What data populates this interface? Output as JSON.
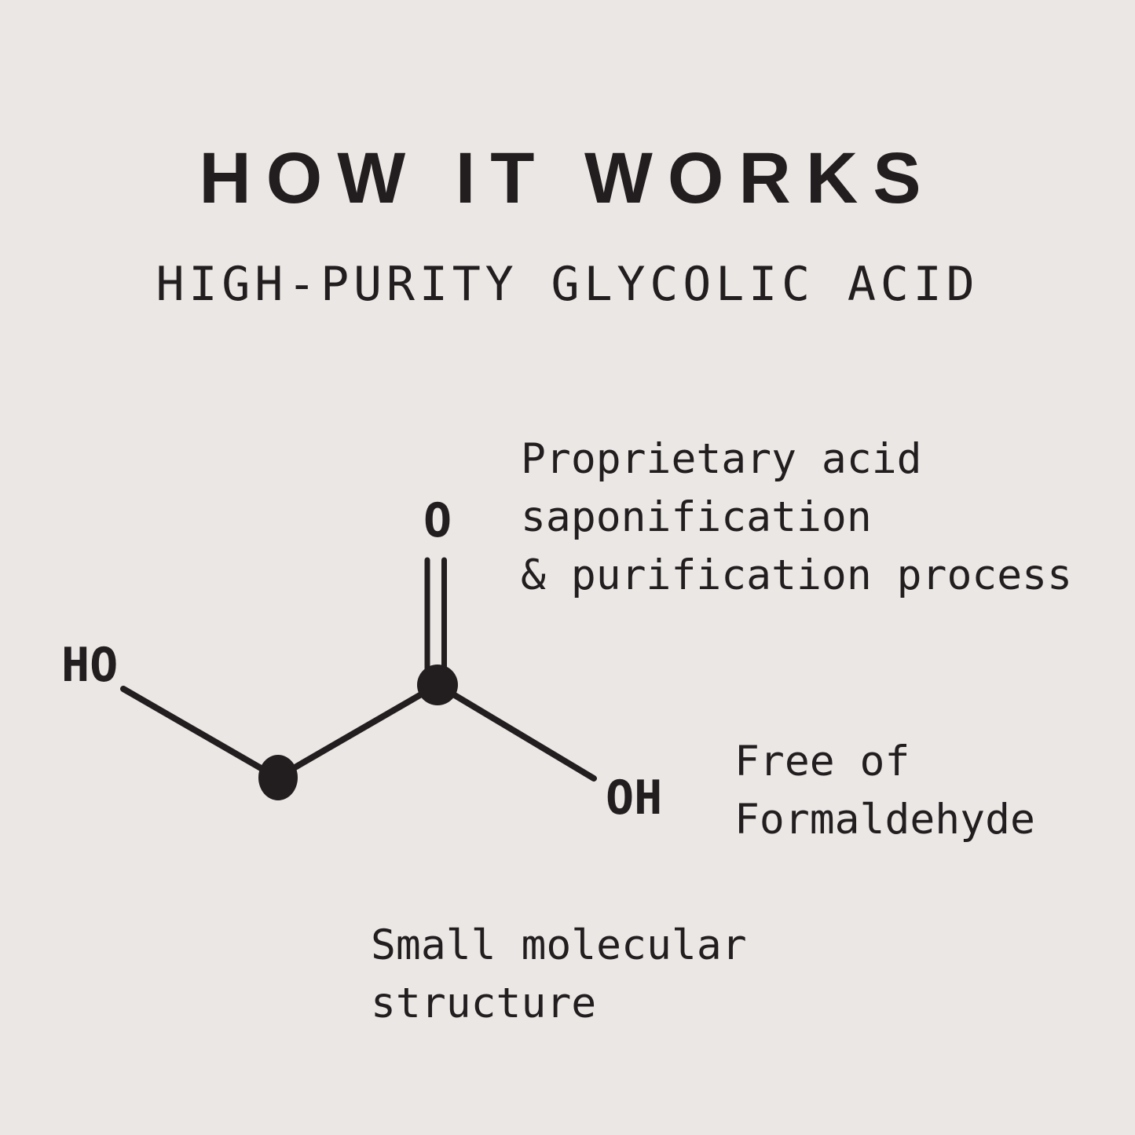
{
  "page": {
    "background_color": "#EAE7E5",
    "ink_color": "#221E1F"
  },
  "header": {
    "title": "HOW IT WORKS",
    "subtitle": "HIGH-PURITY GLYCOLIC ACID"
  },
  "annotations": {
    "process": "Proprietary acid\nsaponification\n& purification process",
    "free_of": "Free of\nFormaldehyde",
    "molecular": "Small molecular\nstructure"
  },
  "molecule": {
    "labels": {
      "left_hydroxyl": "HO",
      "carbonyl_oxygen": "O",
      "right_hydroxyl": "OH"
    }
  }
}
